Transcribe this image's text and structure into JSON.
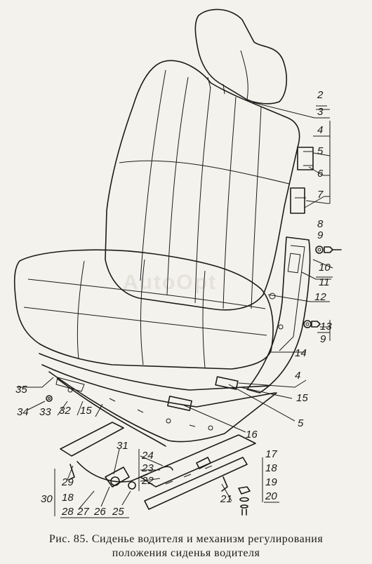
{
  "watermark": "AutoOpt",
  "caption": {
    "line1": "Рис. 85. Сиденье водителя и механизм регулирования",
    "line2": "положения сиденья водителя"
  },
  "labels": {
    "l2": "2",
    "l3": "3",
    "l4a": "4",
    "l5a": "5",
    "l6": "6",
    "l7": "7",
    "l8": "8",
    "l9a": "9",
    "l10": "10",
    "l11": "11",
    "l12": "12",
    "l13": "13",
    "l9b": "9",
    "l14": "14",
    "l4b": "4",
    "l15a": "15",
    "l5b": "5",
    "l16": "16",
    "l35": "35",
    "l34": "34",
    "l33": "33",
    "l32": "32",
    "l15b": "15",
    "l31": "31",
    "l24": "24",
    "l23": "23",
    "l22": "22",
    "l17": "17",
    "l18a": "18",
    "l19": "19",
    "l20": "20",
    "l29": "29",
    "l30": "30",
    "l18b": "18",
    "l28": "28",
    "l27": "27",
    "l26": "26",
    "l25": "25",
    "l21": "21"
  }
}
